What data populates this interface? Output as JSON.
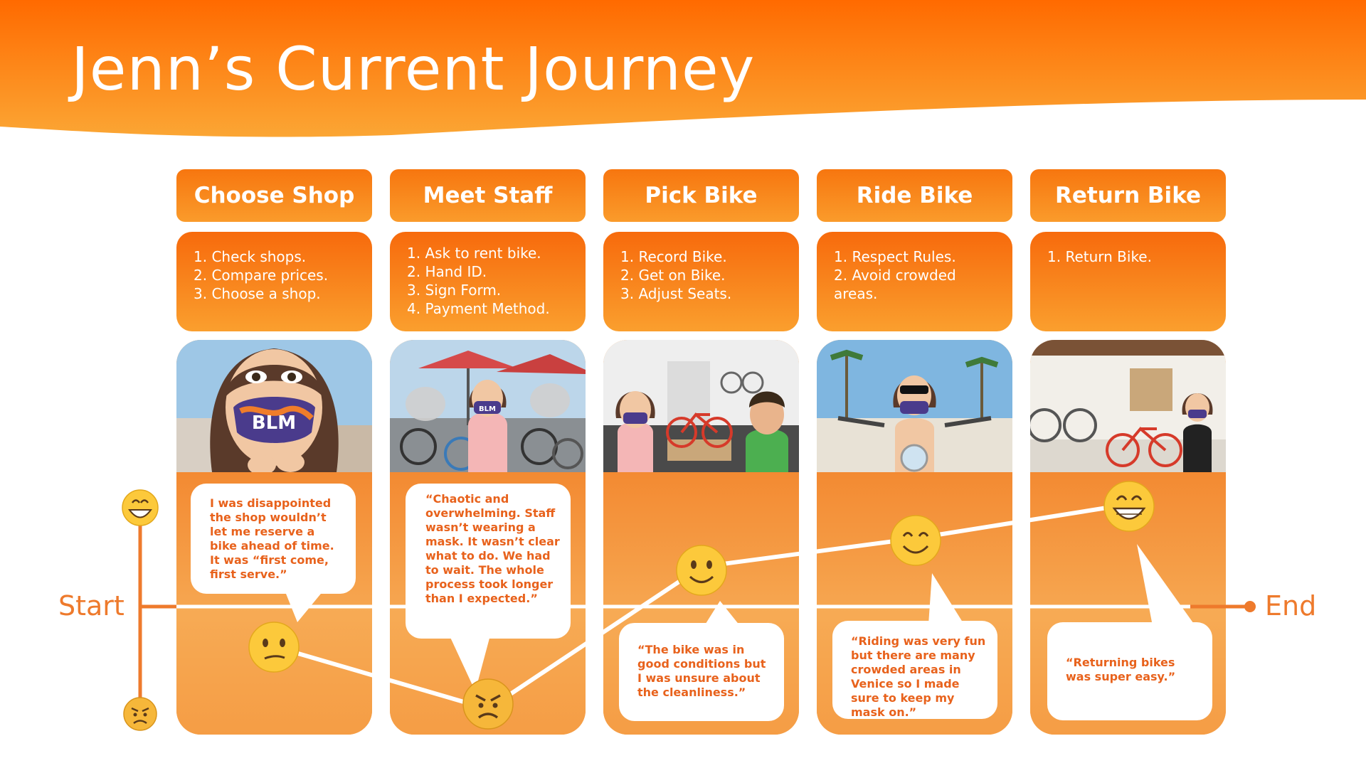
{
  "title": "Jenn’s Current Journey",
  "axis": {
    "start": "Start",
    "end": "End"
  },
  "colors": {
    "orange_dark": "#f76a0c",
    "orange_light": "#fba634",
    "text_orange": "#e8621c",
    "axis_orange": "#ee7a2c"
  },
  "emotion_scale": {
    "top": "grinning-emoji",
    "bottom": "angry-emoji"
  },
  "stages": [
    {
      "name": "Choose Shop",
      "steps": [
        "1. Check shops.",
        "2. Compare prices.",
        "3. Choose a shop."
      ],
      "image": "bitmoji-masked-disappointed",
      "quote": "I was disappointed the shop wouldn’t let me reserve a bike ahead of time. It was “first come, first serve.”",
      "emotion": "confused-emoji",
      "emotion_level": -0.35
    },
    {
      "name": "Meet Staff",
      "steps": [
        "1. Ask to rent bike.",
        "2. Hand ID.",
        "3. Sign Form.",
        "4. Payment Method."
      ],
      "image": "bitmoji-at-bike-shop-with-umbrellas",
      "quote": "“Chaotic and overwhelming. Staff wasn’t wearing a mask. It wasn’t clear what to do. We had to wait. The whole process took longer than I expected.”",
      "emotion": "angry-emoji",
      "emotion_level": -0.9
    },
    {
      "name": "Pick Bike",
      "steps": [
        "1. Record Bike.",
        "2. Get on Bike.",
        "3. Adjust Seats."
      ],
      "image": "bitmoji-picking-bike-in-garage",
      "quote": "“The bike was in good conditions but I was unsure about the cleanliness.”",
      "emotion": "slight-smile-emoji",
      "emotion_level": 0.35
    },
    {
      "name": "Ride Bike",
      "steps": [
        "1. Respect Rules.",
        "2. Avoid crowded areas."
      ],
      "image": "bitmoji-riding-bike-on-boardwalk",
      "quote": "“Riding was very fun but there are many crowded areas in Venice so I made sure to keep my mask on.”",
      "emotion": "smiling-emoji",
      "emotion_level": 0.6
    },
    {
      "name": "Return Bike",
      "steps": [
        "1. Return Bike."
      ],
      "image": "bitmoji-returning-bike-in-shop",
      "quote": "“Returning bikes was super easy.”",
      "emotion": "grinning-emoji",
      "emotion_level": 0.9
    }
  ]
}
